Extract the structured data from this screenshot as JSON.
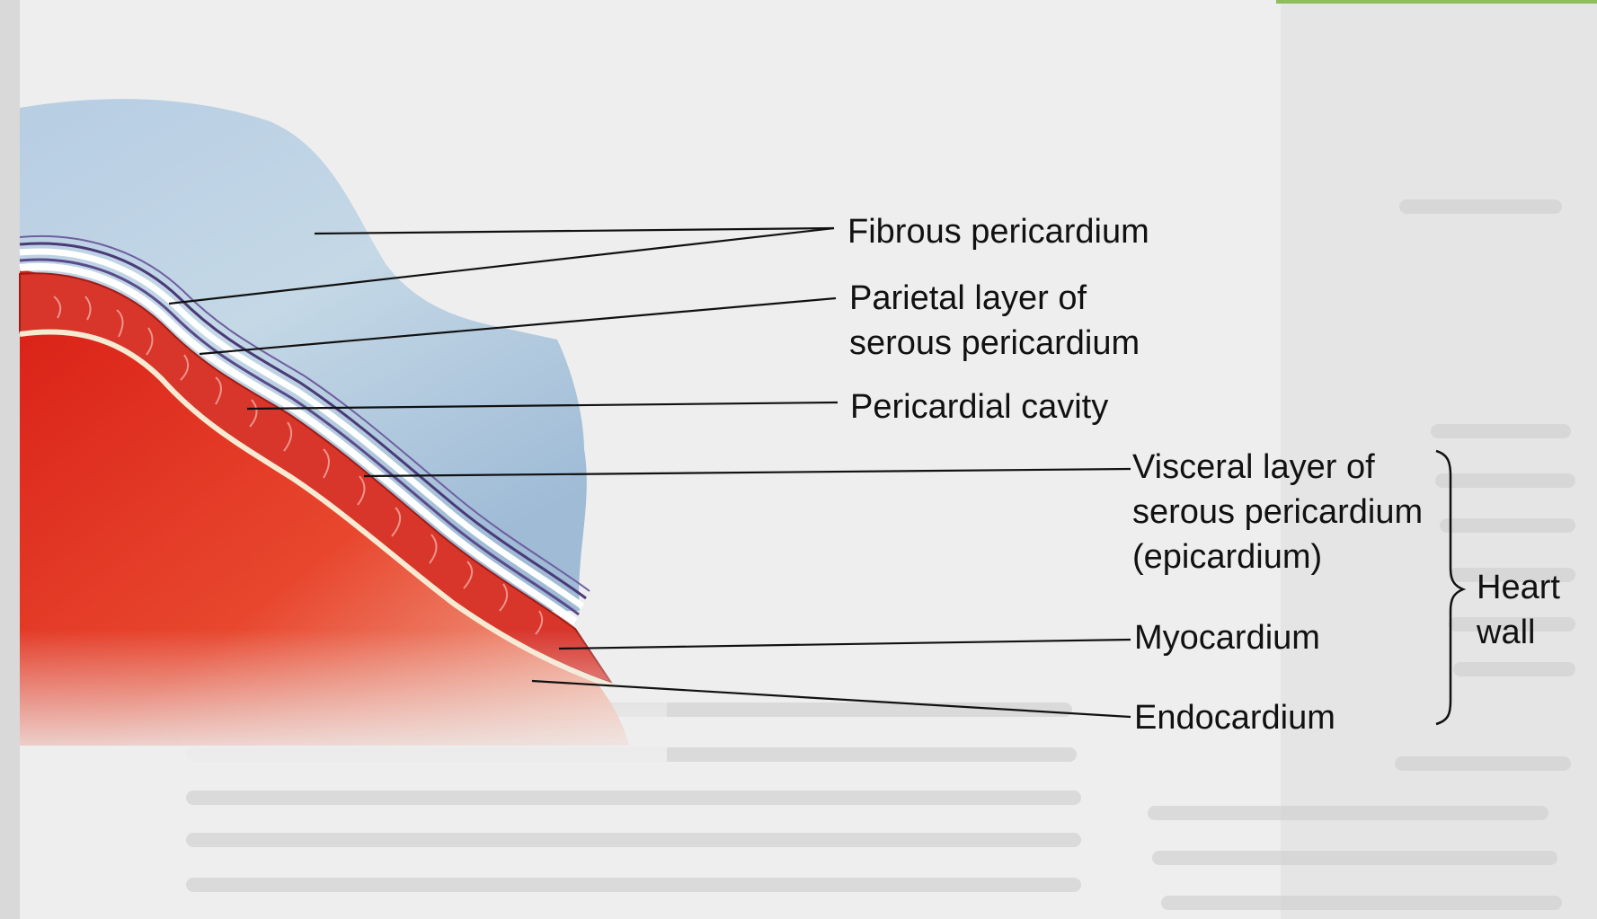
{
  "diagram": {
    "labels": {
      "fibrous_pericardium": "Fibrous pericardium",
      "parietal_layer_line1": "Parietal layer of",
      "parietal_layer_line2": "serous pericardium",
      "pericardial_cavity": "Pericardial cavity",
      "visceral_layer_line1": "Visceral layer of",
      "visceral_layer_line2": "serous pericardium",
      "visceral_layer_line3": "(epicardium)",
      "myocardium": "Myocardium",
      "endocardium": "Endocardium",
      "heart_wall_line1": "Heart",
      "heart_wall_line2": "wall"
    },
    "colors": {
      "fibrous_blue": "#a9c3dc",
      "myocardium_red": "#d8302a",
      "heart_red": "#e8201c",
      "pericardium_purple": "#4a3a78",
      "page": "#eeeeee"
    }
  }
}
